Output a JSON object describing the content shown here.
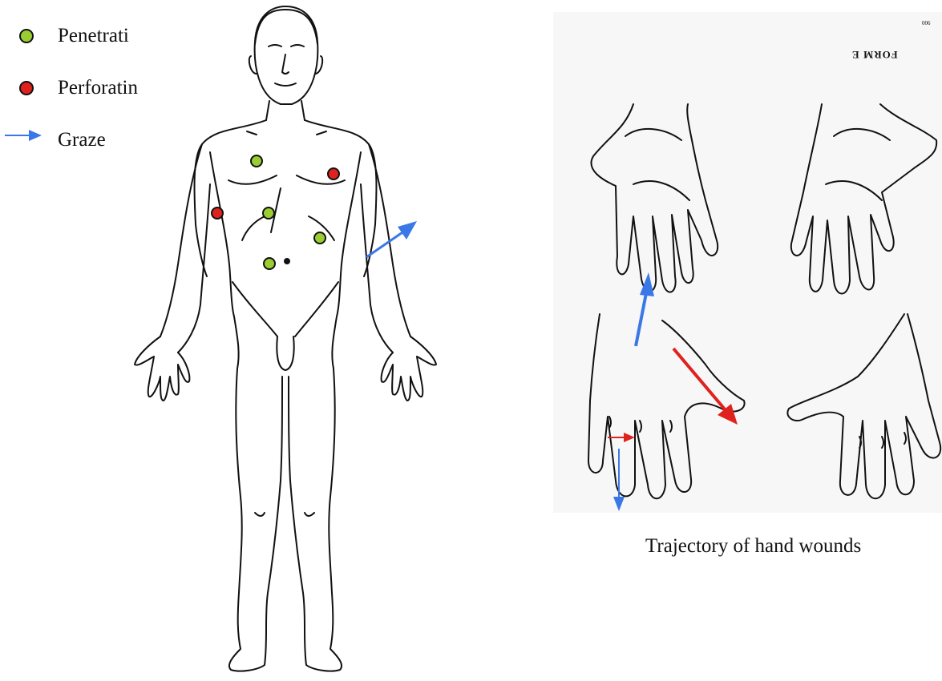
{
  "legend": {
    "items": [
      {
        "label": "Penetrati",
        "symbol": "dot",
        "color": "#9acd32"
      },
      {
        "label": "Perforatin",
        "symbol": "dot",
        "color": "#e0221e"
      },
      {
        "label": "Graze",
        "symbol": "arrow",
        "color": "#3b78e7"
      }
    ]
  },
  "hands": {
    "caption": "Trajectory of hand wounds",
    "form_label": "FORM E",
    "form_number": "900"
  },
  "colors": {
    "penetrating": "#9acd32",
    "perforating": "#e0221e",
    "graze": "#3b78e7",
    "outline": "#111111"
  }
}
